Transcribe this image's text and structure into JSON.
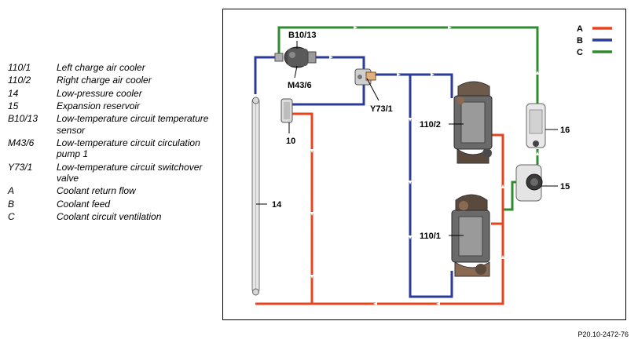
{
  "legend": [
    {
      "code": "110/1",
      "desc": "Left charge air cooler"
    },
    {
      "code": "110/2",
      "desc": "Right charge air cooler"
    },
    {
      "code": "14",
      "desc": "Low-pressure cooler"
    },
    {
      "code": "15",
      "desc": "Expansion reservoir"
    },
    {
      "code": "B10/13",
      "desc": "Low-temperature circuit temperature sensor"
    },
    {
      "code": "M43/6",
      "desc": "Low-temperature circuit circulation pump 1"
    },
    {
      "code": "Y73/1",
      "desc": "Low-temperature circuit switchover valve"
    },
    {
      "code": "A",
      "desc": "Coolant return flow"
    },
    {
      "code": "B",
      "desc": "Coolant feed"
    },
    {
      "code": "C",
      "desc": "Coolant circuit ventilation"
    }
  ],
  "key": [
    {
      "code": "A",
      "color": "#e8431e"
    },
    {
      "code": "B",
      "color": "#2a3b9a"
    },
    {
      "code": "C",
      "color": "#2e8b2e"
    }
  ],
  "labels": {
    "b10_13": "B10/13",
    "m43_6": "M43/6",
    "y73_1": "Y73/1",
    "c10": "10",
    "c14": "14",
    "c110_2": "110/2",
    "c110_1": "110/1",
    "c16": "16",
    "c15": "15"
  },
  "reference": "P20.10-2472-76"
}
